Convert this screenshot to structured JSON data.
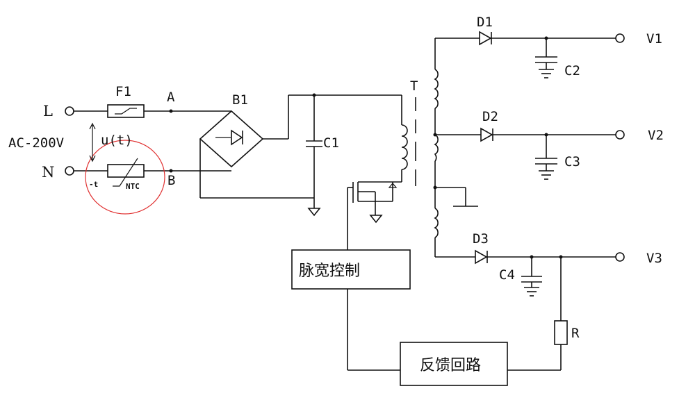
{
  "labels": {
    "L": "L",
    "N": "N",
    "ac": "AC-200V",
    "F1": "F1",
    "A": "A",
    "B": "B",
    "B1": "B1",
    "ut": "u(t)",
    "ntc_t": "-t",
    "ntc": "NTC",
    "C1": "C1",
    "T": "T",
    "D1": "D1",
    "D2": "D2",
    "D3": "D3",
    "C2": "C2",
    "C3": "C3",
    "C4": "C4",
    "V1": "V1",
    "V2": "V2",
    "V3": "V3",
    "R": "R"
  },
  "blocks": {
    "pwm": "脉宽控制",
    "feedback": "反馈回路"
  },
  "colors": {
    "line": "#111111",
    "highlight_circle": "#e03030"
  }
}
